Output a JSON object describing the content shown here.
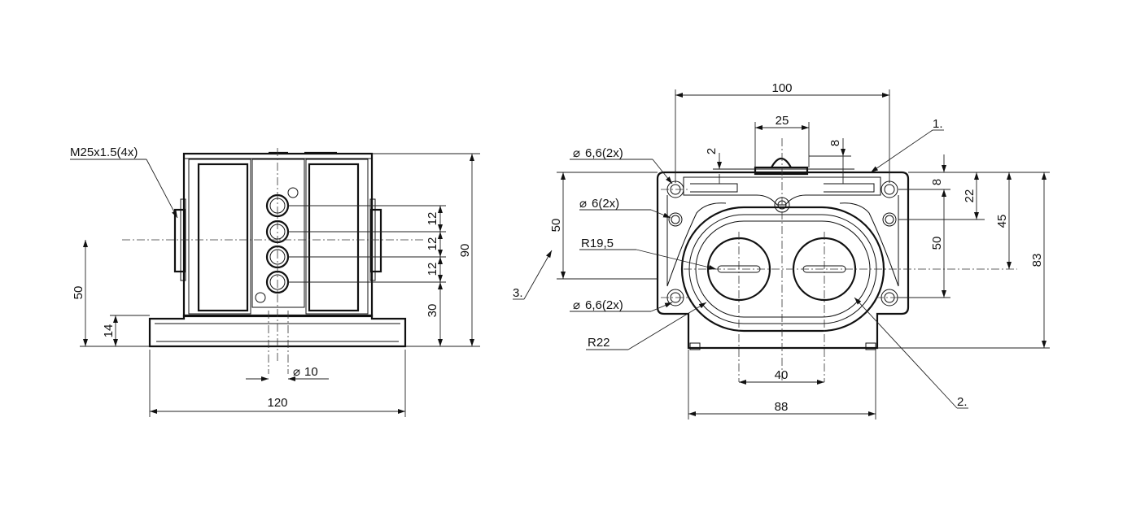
{
  "side_view": {
    "thread_label": "M25x1.5(4x)",
    "dim_width": "120",
    "dim_height": "90",
    "dim_axis_height": "50",
    "dim_base_height": "14",
    "dim_led_spacing": [
      "12",
      "12",
      "12"
    ],
    "dim_led_base": "30",
    "dim_diameter": "10"
  },
  "front_view": {
    "dim_width_top": "100",
    "dim_width_inner": "25",
    "dim_offset_2": "2",
    "dim_offset_8": "8",
    "hole_66_top": "6,6(2x)",
    "hole_6": "6(2x)",
    "radius_195": "R19,5",
    "hole_66_bottom": "6,6(2x)",
    "radius_22": "R22",
    "dim_left_50": "50",
    "dim_right_8": "8",
    "dim_right_22": "22",
    "dim_right_45": "45",
    "dim_right_50": "50",
    "dim_right_83": "83",
    "dim_center_40": "40",
    "dim_width_bottom": "88",
    "callout_1": "1.",
    "callout_2": "2.",
    "callout_3": "3."
  }
}
